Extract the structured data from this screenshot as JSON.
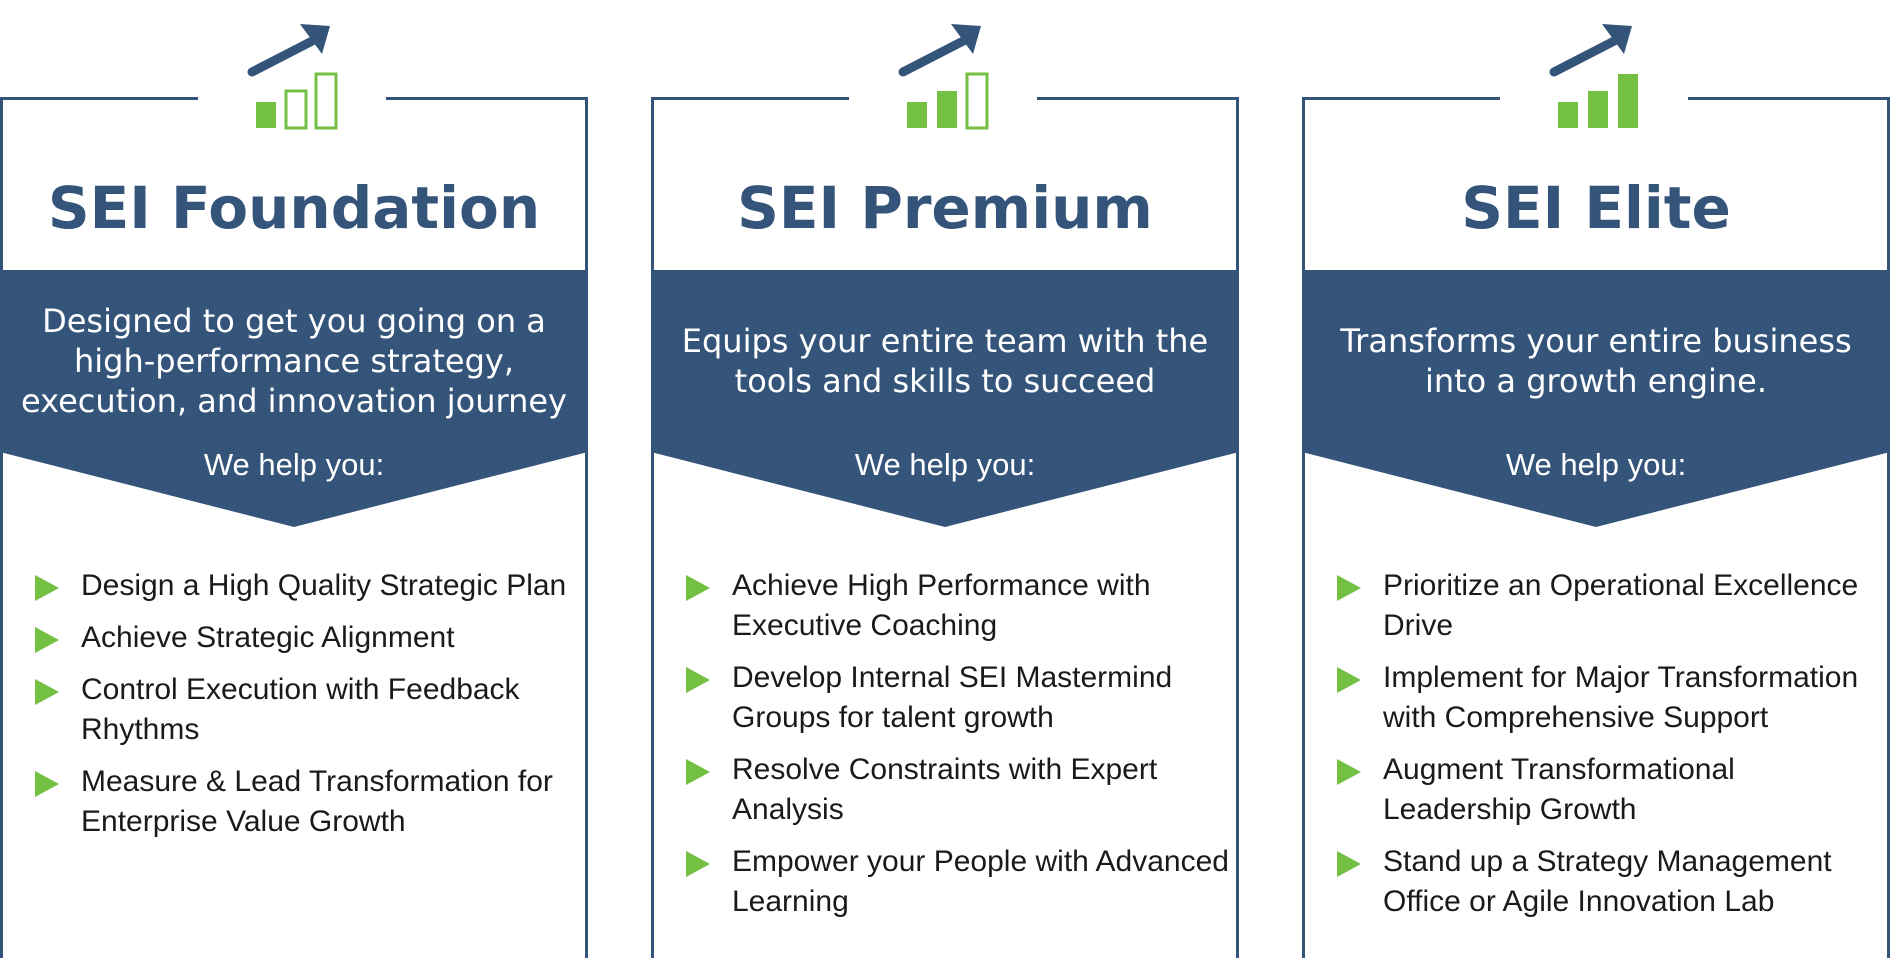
{
  "colors": {
    "navy": "#34547a",
    "green": "#74c043",
    "text": "#1a1a1a"
  },
  "cards": [
    {
      "icon": "growth-chart-icon",
      "bars_filled": 1,
      "title": "SEI Foundation",
      "tagline": "Designed to get you going on a high-performance strategy, execution, and innovation journey",
      "help_label": "We help you:",
      "items": [
        "Design a High Quality Strategic Plan",
        "Achieve Strategic Alignment",
        "Control Execution with Feedback Rhythms",
        "Measure & Lead Transformation for Enterprise Value Growth"
      ]
    },
    {
      "icon": "growth-chart-icon",
      "bars_filled": 2,
      "title": "SEI Premium",
      "tagline": "Equips your entire team with the tools and skills to succeed",
      "help_label": "We help you:",
      "items": [
        "Achieve High Performance with Executive Coaching",
        "Develop Internal SEI Mastermind Groups for talent growth",
        "Resolve Constraints with Expert Analysis",
        "Empower your People with Advanced Learning"
      ]
    },
    {
      "icon": "growth-chart-icon",
      "bars_filled": 3,
      "title": "SEI Elite",
      "tagline": "Transforms your entire business into a growth engine.",
      "help_label": "We help you:",
      "items": [
        "Prioritize an Operational Excellence Drive",
        "Implement for Major Transformation with Comprehensive Support",
        "Augment Transformational Leadership Growth",
        "Stand up a Strategy Management Office or Agile Innovation Lab"
      ]
    }
  ]
}
